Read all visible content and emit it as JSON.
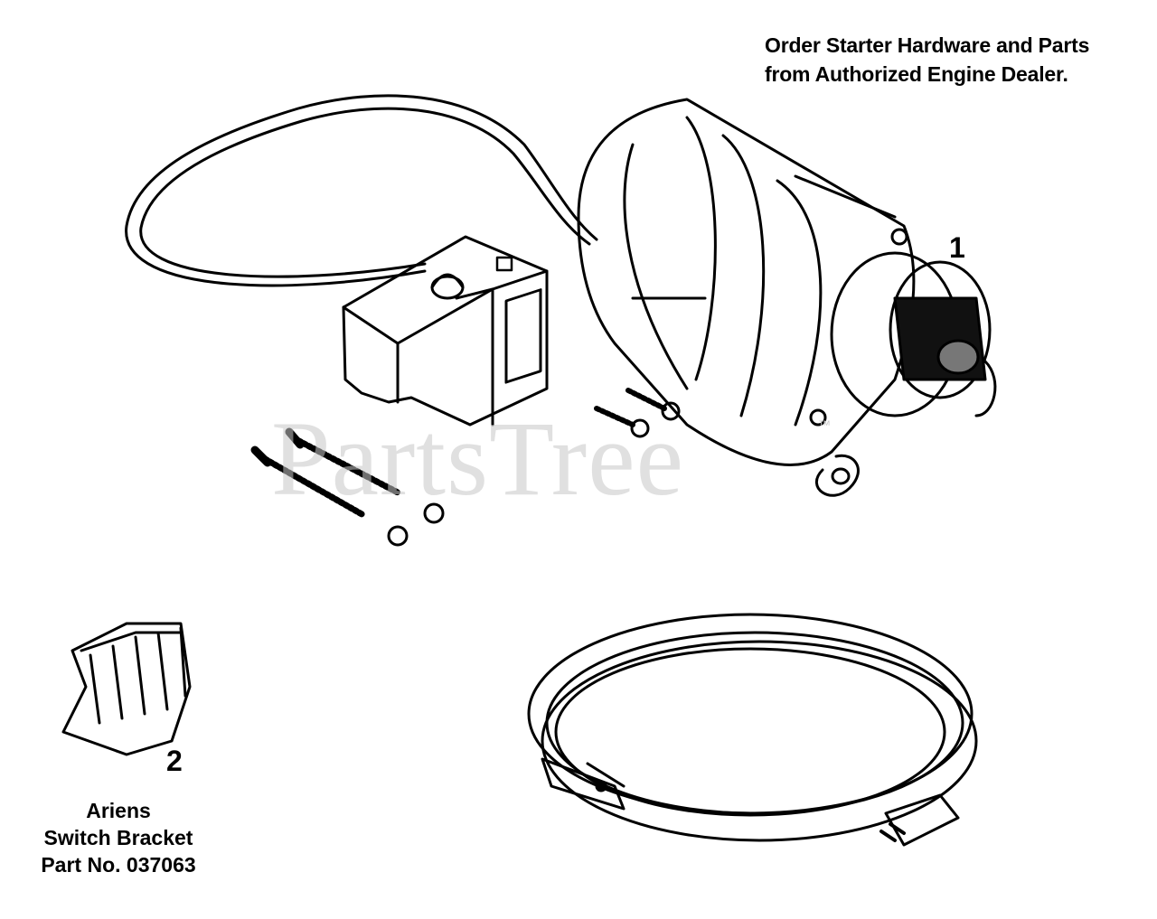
{
  "note": {
    "line1": "Order Starter Hardware and Parts",
    "line2": "from Authorized Engine Dealer."
  },
  "callouts": {
    "item1": "1",
    "item2": "2"
  },
  "bracket_caption": {
    "line1": "Ariens",
    "line2": "Switch Bracket",
    "line3": "Part No. 037063"
  },
  "watermark": {
    "text": "PartsTree",
    "mark": "™"
  }
}
